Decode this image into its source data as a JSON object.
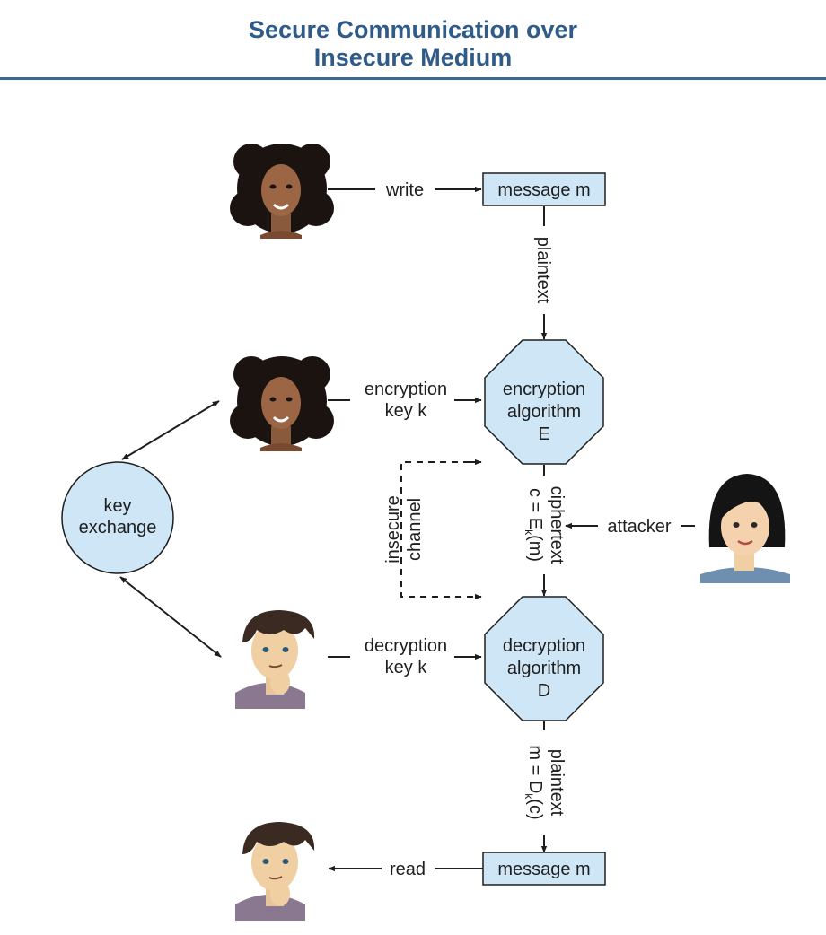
{
  "header": {
    "title_line1": "Secure Communication over",
    "title_line2": "Insecure Medium"
  },
  "nodes": {
    "message_top": "message m",
    "message_bottom": "message m",
    "encryption": [
      "encryption",
      "algorithm",
      "E"
    ],
    "decryption": [
      "decryption",
      "algorithm",
      "D"
    ],
    "key_exchange": [
      "key",
      "exchange"
    ]
  },
  "edges": {
    "write": "write",
    "read": "read",
    "plaintext_top": "plaintext",
    "encryption_key": [
      "encryption",
      "key k"
    ],
    "decryption_key": [
      "decryption",
      "key k"
    ],
    "ciphertext": [
      "ciphertext",
      "c = E",
      "k",
      "(m)"
    ],
    "plaintext_bottom": [
      "plaintext",
      "m = D",
      "k",
      "(c)"
    ],
    "insecure_channel": [
      "insecure",
      "channel"
    ],
    "attacker": "attacker"
  },
  "colors": {
    "title": "#2f5b8a",
    "rule": "#3c6a96",
    "node_fill": "#cfe6f6",
    "stroke": "#1e1e1e"
  }
}
